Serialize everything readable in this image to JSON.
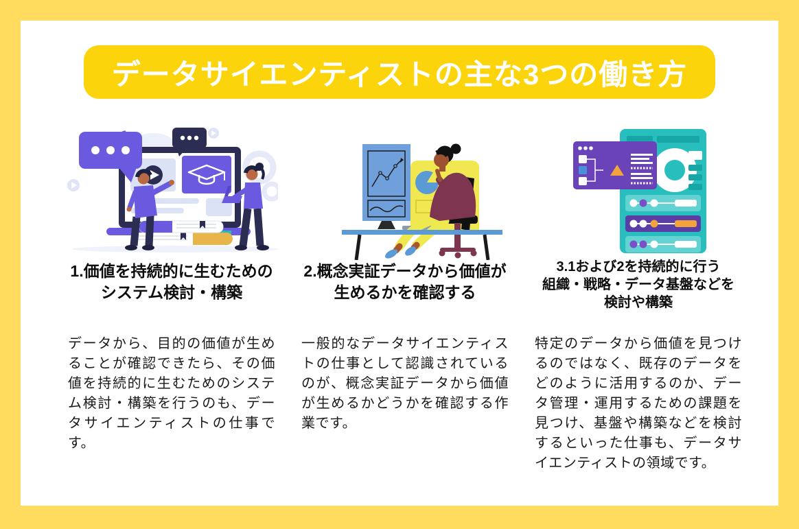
{
  "banner": {
    "title": "データサイエンティストの主な3つの働き方"
  },
  "palette": {
    "frame_yellow": "#FFDB5E",
    "banner_gold": "#FCD40B",
    "panel_white": "#FFFFFF",
    "heading_text": "#0D0D0D",
    "body_text": "#1A1A1A",
    "illustration_purple": "#6A5AE0",
    "illustration_navy": "#2B2E52",
    "illustration_lavender": "#DCE2F5",
    "illustration_blue": "#5B9BD5",
    "illustration_board_blue": "#6FA0DC",
    "illustration_yellow": "#F0E751",
    "illustration_maroon": "#7D3550",
    "illustration_skin": "#B96A45",
    "illustration_teal": "#29BEBE",
    "illustration_teal_dark": "#17A5A6",
    "illustration_violet": "#6A43B8",
    "illustration_orange": "#F2A33C",
    "illustration_book_gold": "#E8B54B"
  },
  "columns": [
    {
      "id": "1",
      "illustration": "people-elearning-monitor",
      "heading_lines": [
        "1.価値を持続的に生むための",
        "システム検討・構築"
      ],
      "body": "データから、目的の価値が生めることが確認できたら、その価値を持続的に生むためのシステム検討・構築を行うのも、データサイエンティストの仕事です。"
    },
    {
      "id": "2",
      "illustration": "woman-thinking-at-desk",
      "heading_lines": [
        "2.概念実証データから価値が",
        "生めるかを確認する"
      ],
      "body": "一般的なデータサイエンティストの仕事として認識されているのが、概念実証データから価値が生めるかどうかを確認する作業です。"
    },
    {
      "id": "3",
      "illustration": "dashboard-settings-panel",
      "heading_lines": [
        "3.1および2を持続的に行う",
        "組織・戦略・データ基盤などを",
        "検討や構築"
      ],
      "body": "特定のデータから価値を見つけるのではなく、既存のデータをどのように活用するのか、データ管理・運用するための課題を見つけ、基盤や構築などを検討するといった仕事も、データサイエンティストの領域です。"
    }
  ]
}
